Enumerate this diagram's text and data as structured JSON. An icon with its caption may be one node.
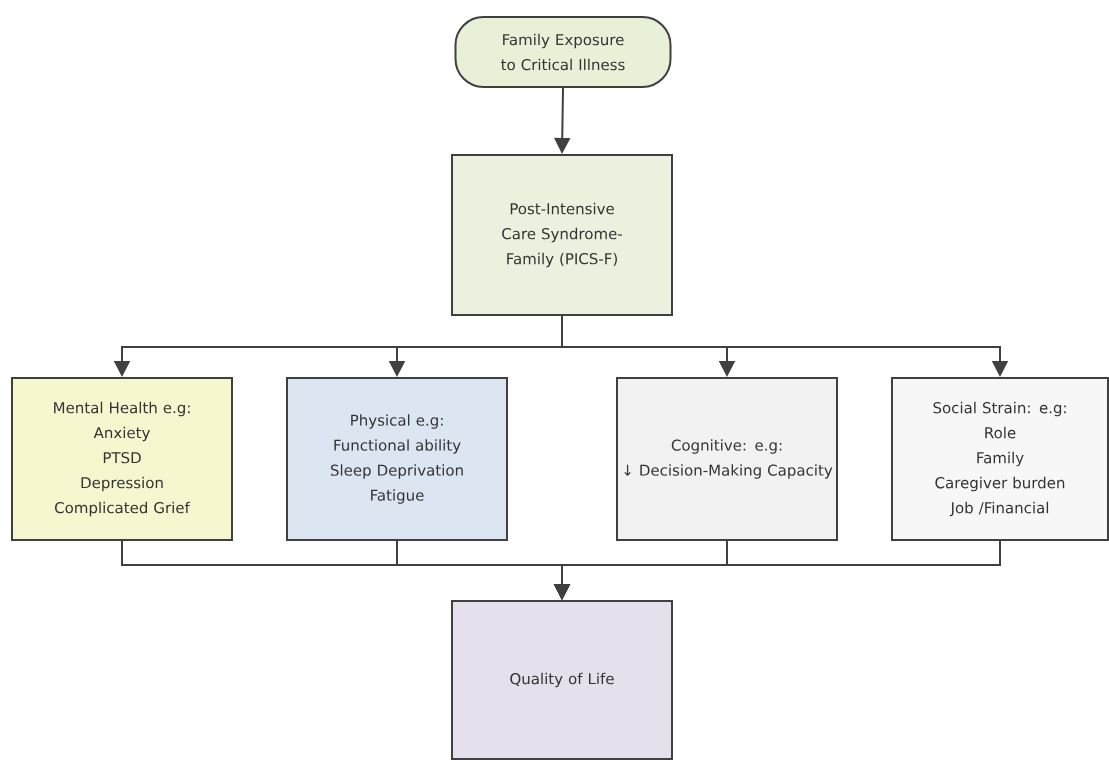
{
  "diagram": {
    "nodes": [
      {
        "text": [
          "Family Exposure to Critical Illness"
        ]
      },
      {
        "text": [
          "Post-Intensive Care Syndrome-Family (PICS-F)"
        ]
      },
      {
        "text": [
          "Mental Health e.g:",
          "Anxiety",
          "PTSD",
          "Depression",
          "Complicated Grief"
        ]
      },
      {
        "text": [
          "Physical e.g:",
          "Functional ability",
          "Sleep Deprivation",
          "Fatigue"
        ]
      },
      {
        "text": [
          "Cognitive: e.g:",
          "↓ Decision-Making Capacity"
        ]
      },
      {
        "text": [
          "Social Strain: e.g:",
          "Role",
          "Family",
          "Caregiver burden",
          "Job /Financial"
        ]
      },
      {
        "text": [
          "Quality of Life"
        ]
      }
    ],
    "edges": [
      {
        "from": 0,
        "to": 1,
        "arrow": "to"
      },
      {
        "from": 1,
        "to": 2,
        "arrow": "to"
      },
      {
        "from": 1,
        "to": 3,
        "arrow": "to"
      },
      {
        "from": 1,
        "to": 4,
        "arrow": "to"
      },
      {
        "from": 1,
        "to": 5,
        "arrow": "to"
      },
      {
        "from": 2,
        "to": 6,
        "arrow": "to"
      },
      {
        "from": 3,
        "to": 6,
        "arrow": "to"
      },
      {
        "from": 4,
        "to": 6,
        "arrow": "to"
      },
      {
        "from": 5,
        "to": 6,
        "arrow": "to"
      }
    ]
  }
}
